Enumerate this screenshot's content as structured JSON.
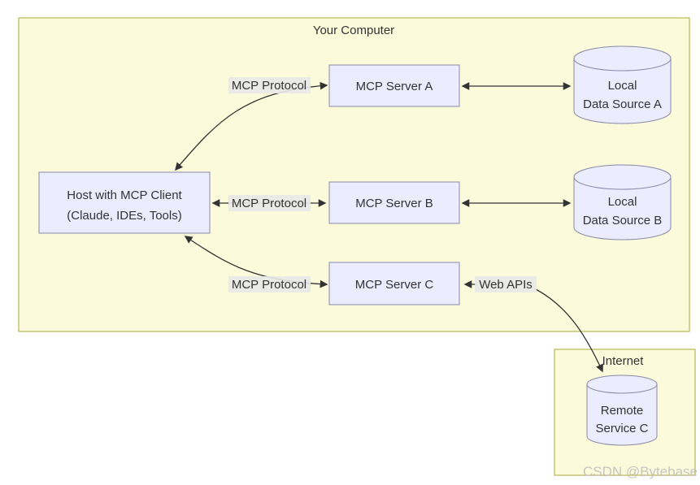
{
  "groups": {
    "your_computer": {
      "title": "Your Computer"
    },
    "internet": {
      "title": "Internet"
    }
  },
  "nodes": {
    "host": {
      "line1": "Host with MCP Client",
      "line2": "(Claude, IDEs, Tools)"
    },
    "mcp_server_a": {
      "label": "MCP Server A"
    },
    "mcp_server_b": {
      "label": "MCP Server B"
    },
    "mcp_server_c": {
      "label": "MCP Server C"
    },
    "local_data_source_a": {
      "line1": "Local",
      "line2": "Data Source A"
    },
    "local_data_source_b": {
      "line1": "Local",
      "line2": "Data Source B"
    },
    "remote_service_c": {
      "line1": "Remote",
      "line2": "Service C"
    }
  },
  "edge_labels": {
    "host_server_a": "MCP Protocol",
    "host_server_b": "MCP Protocol",
    "host_server_c": "MCP Protocol",
    "server_c_web": "Web APIs"
  },
  "colors": {
    "group_fill": "#fbfbdc",
    "group_border": "#aaaa33",
    "node_fill": "#ececff",
    "node_border": "#8888a8",
    "edge": "#333333",
    "edge_label_bg": "#e8e8e8",
    "text": "#333333",
    "watermark": "#bdbdbd"
  },
  "watermark": "CSDN @Bytebase"
}
